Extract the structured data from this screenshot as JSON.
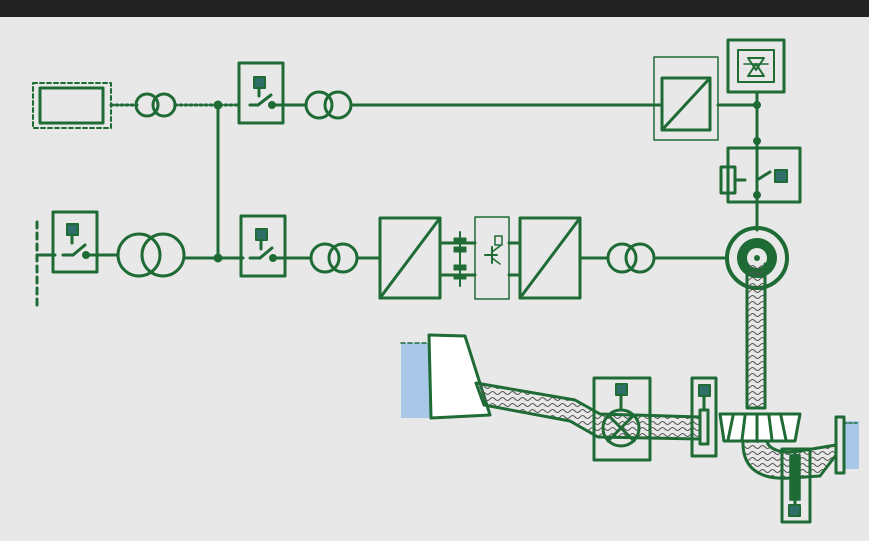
{
  "colors": {
    "line": "#1f6b35",
    "background": "#e8e8e8",
    "header": "#222222",
    "indicator": "#2f6f6a",
    "water": "#a9c8e8",
    "dam": "#ffffff"
  },
  "diagram": {
    "components": [
      "grid-feed-box",
      "transformer",
      "circuit-breaker",
      "ac-dc-converter",
      "dc-link-capacitor",
      "igbt-module",
      "dc-ac-converter",
      "thyristor-module",
      "resistor-switch",
      "generator",
      "dam",
      "reservoir",
      "penstock",
      "inlet-valve",
      "wicket-gate",
      "spiral-turbine",
      "draft-tube",
      "tailwater"
    ]
  }
}
